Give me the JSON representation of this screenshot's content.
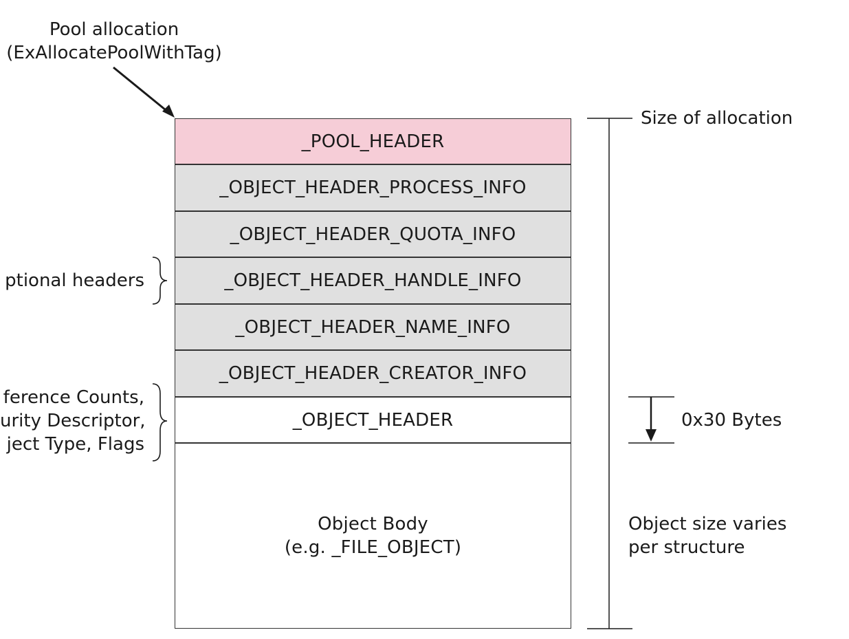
{
  "pool_allocation": {
    "line1": "Pool allocation",
    "line2": "(ExAllocatePoolWithTag)"
  },
  "blocks": [
    {
      "label": "_POOL_HEADER",
      "kind": "pool"
    },
    {
      "label": "_OBJECT_HEADER_PROCESS_INFO",
      "kind": "optional"
    },
    {
      "label": "_OBJECT_HEADER_QUOTA_INFO",
      "kind": "optional"
    },
    {
      "label": "_OBJECT_HEADER_HANDLE_INFO",
      "kind": "optional"
    },
    {
      "label": "_OBJECT_HEADER_NAME_INFO",
      "kind": "optional"
    },
    {
      "label": "_OBJECT_HEADER_CREATOR_INFO",
      "kind": "optional"
    },
    {
      "label": "_OBJECT_HEADER",
      "kind": "header"
    }
  ],
  "object_body": {
    "line1": "Object Body",
    "line2": "(e.g. _FILE_OBJECT)"
  },
  "left_labels": {
    "optional_headers": "ptional headers",
    "header_fields": [
      "ference Counts,",
      "urity Descriptor,",
      "ject Type, Flags"
    ]
  },
  "right_labels": {
    "size_of_allocation": "Size of allocation",
    "header_size": "0x30 Bytes",
    "object_size": [
      "Object size varies",
      "per structure"
    ]
  },
  "colors": {
    "pool": "#f6cdd7",
    "optional": "#e0e0e0",
    "header": "#ffffff",
    "line": "#1a1a1a"
  }
}
